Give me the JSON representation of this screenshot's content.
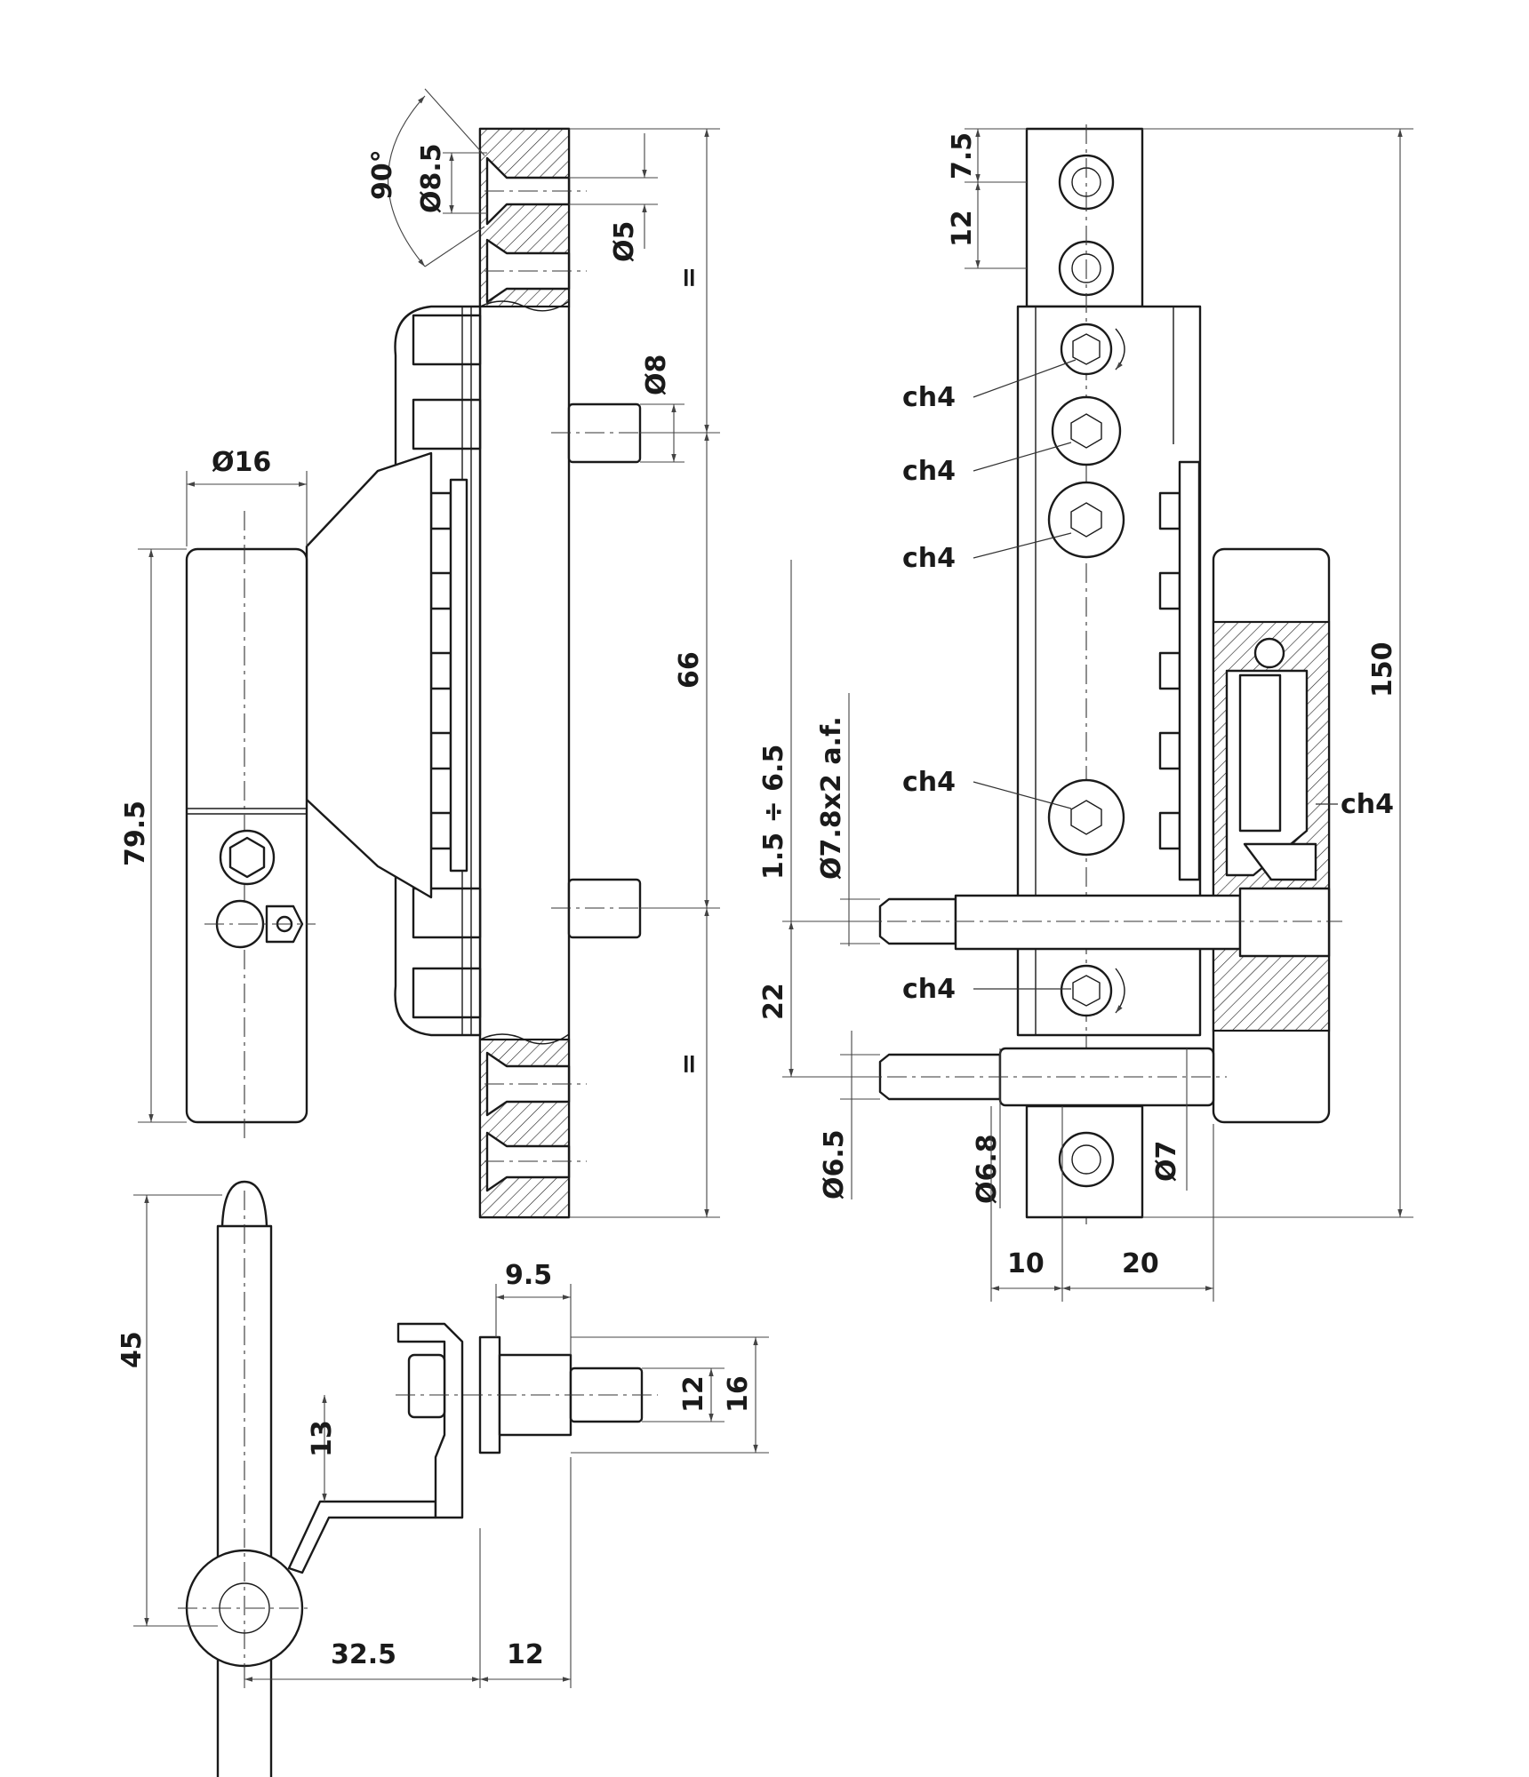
{
  "colors": {
    "line": "#1a1a1a",
    "background": "#ffffff",
    "dimension": "#444444"
  },
  "dims": {
    "d16": "Ø16",
    "h79_5": "79.5",
    "angle90": "90°",
    "d8_5": "Ø8.5",
    "d5": "Ø5",
    "eq1": "=",
    "d8": "Ø8",
    "h66": "66",
    "eq2": "=",
    "h7_5": "7.5",
    "h12_top": "12",
    "h150": "150",
    "range": "1.5 ÷ 6.5",
    "d7_8": "Ø7.8x2 a.f.",
    "h22": "22",
    "d6_5": "Ø6.5",
    "d6_8": "Ø6.8",
    "d7": "Ø7",
    "w10": "10",
    "w20": "20",
    "h45": "45",
    "w9_5": "9.5",
    "h12_side": "12",
    "h16": "16",
    "h13": "13",
    "w32_5": "32.5",
    "w12_bottom": "12"
  },
  "labels": {
    "ch4_1": "ch4",
    "ch4_2": "ch4",
    "ch4_3": "ch4",
    "ch4_4": "ch4",
    "ch4_5": "ch4",
    "ch4_right": "ch4"
  }
}
